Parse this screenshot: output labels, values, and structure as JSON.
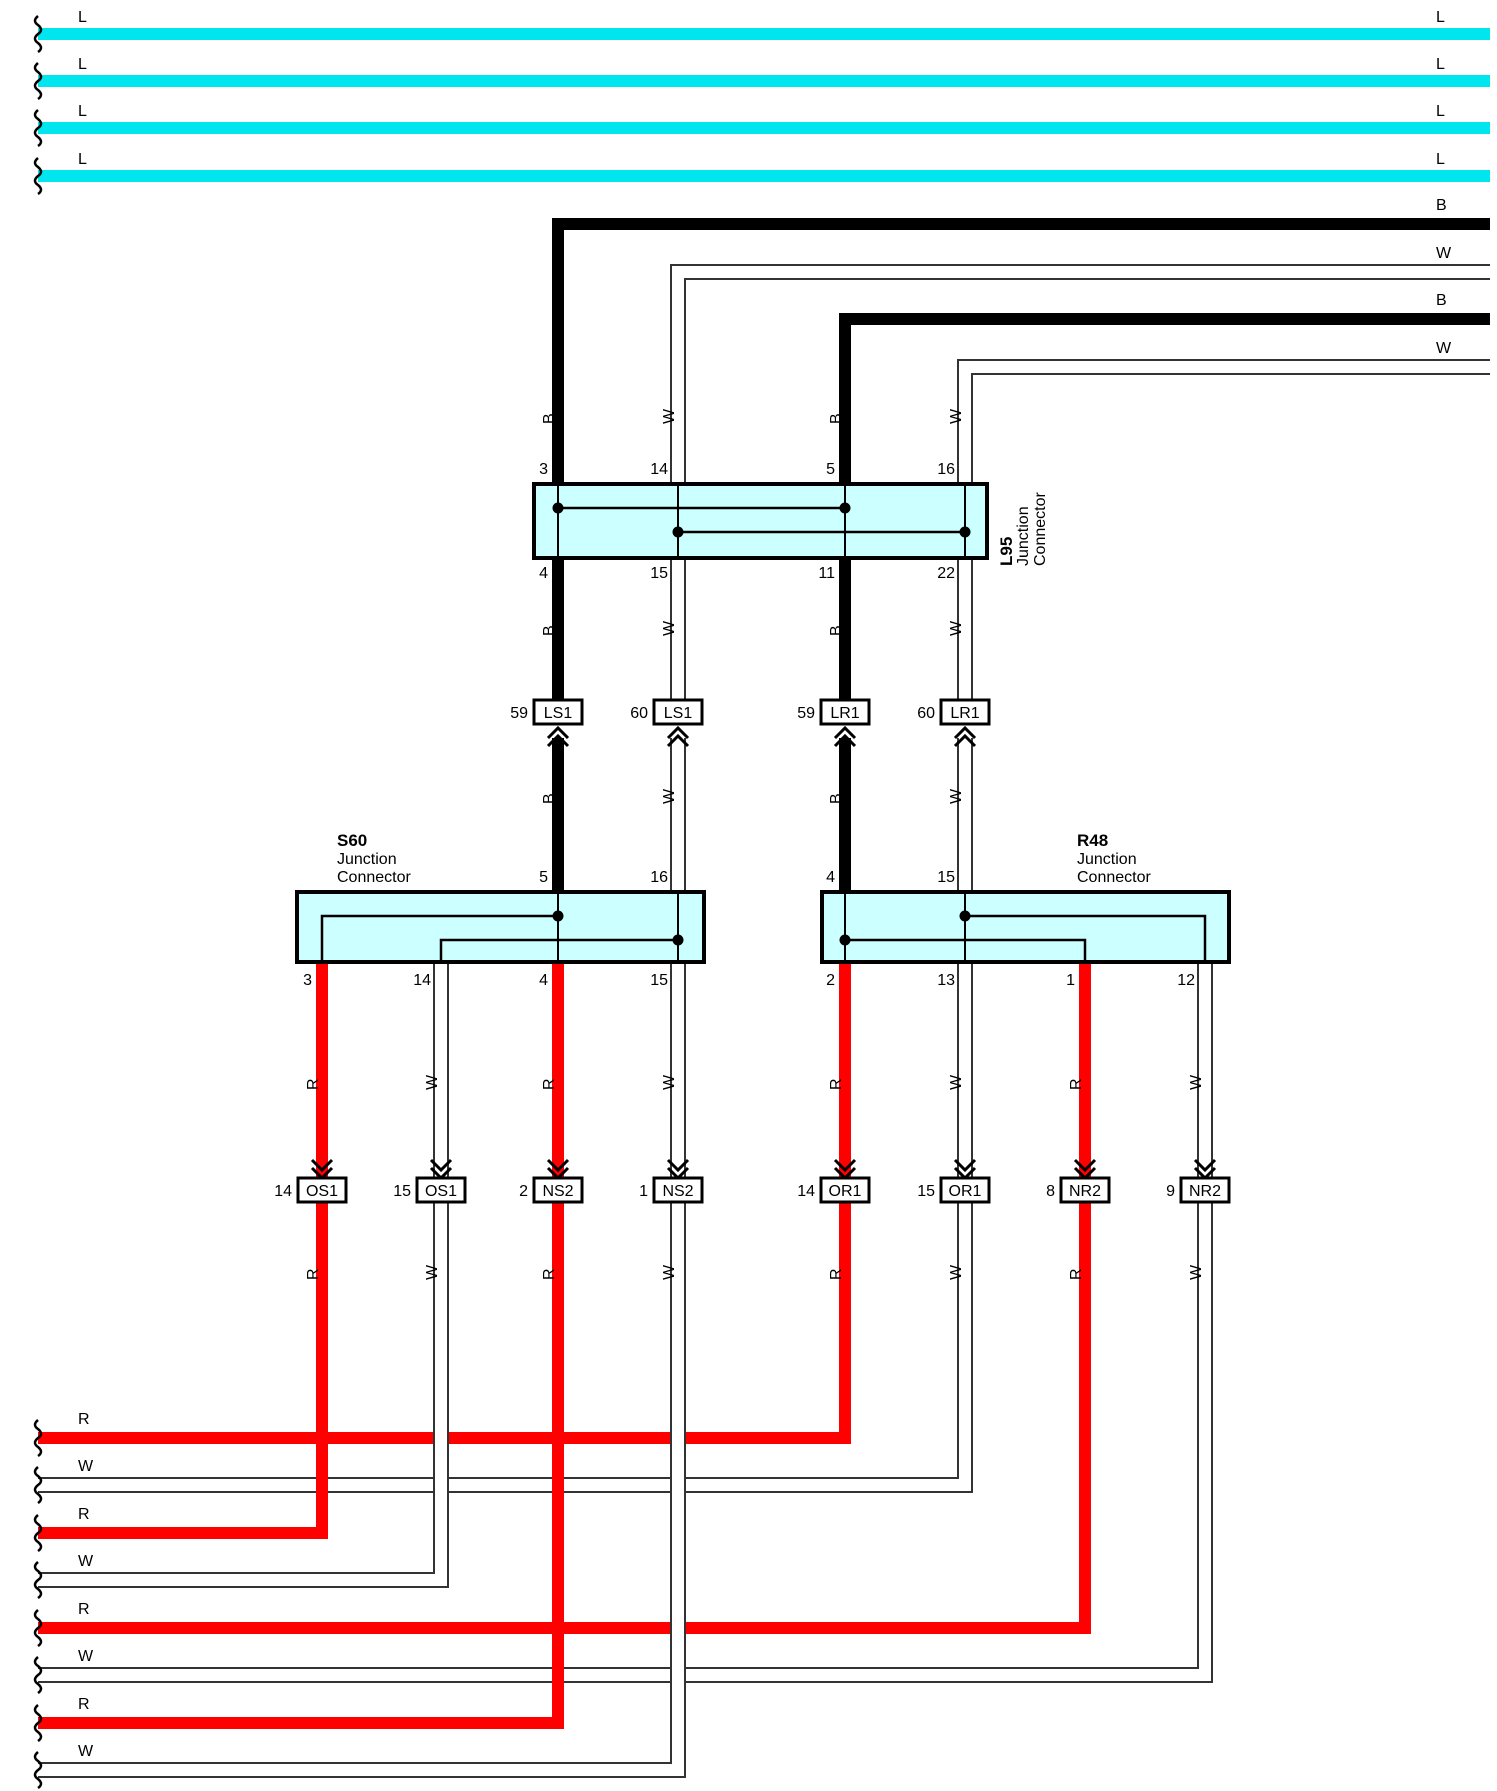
{
  "colors": {
    "L": "#00e5ee",
    "B": "#000000",
    "R": "#ff0000",
    "W_outline": "#333333",
    "W_fill": "#ffffff",
    "connector_fill": "#ccffff",
    "connector_line": "#000000"
  },
  "icons": {
    "wire_break": "wavy-break-icon",
    "plug": "double-chevron-plug-icon",
    "splice": "splice-dot-icon"
  },
  "top_wires": [
    {
      "code": "L",
      "left_label": "L",
      "right_label": "L"
    },
    {
      "code": "L",
      "left_label": "L",
      "right_label": "L"
    },
    {
      "code": "L",
      "left_label": "L",
      "right_label": "L"
    },
    {
      "code": "L",
      "left_label": "L",
      "right_label": "L"
    }
  ],
  "right_wires": [
    {
      "code": "B",
      "label": "B"
    },
    {
      "code": "W",
      "label": "W"
    },
    {
      "code": "B",
      "label": "B"
    },
    {
      "code": "W",
      "label": "W"
    }
  ],
  "l95": {
    "id": "L95",
    "name": "Junction Connector",
    "top_pins": [
      "3",
      "14",
      "5",
      "16"
    ],
    "bottom_pins": [
      "4",
      "15",
      "11",
      "22"
    ],
    "wire_labels": [
      "B",
      "W",
      "B",
      "W"
    ]
  },
  "inline_connectors": [
    {
      "pin": "59",
      "name": "LS1"
    },
    {
      "pin": "60",
      "name": "LS1"
    },
    {
      "pin": "59",
      "name": "LR1"
    },
    {
      "pin": "60",
      "name": "LR1"
    }
  ],
  "s60": {
    "id": "S60",
    "name_line1": "Junction",
    "name_line2": "Connector",
    "top_pins": [
      "5",
      "16"
    ],
    "bottom_pins": [
      "3",
      "14",
      "4",
      "15"
    ],
    "top_wire_labels": [
      "B",
      "W"
    ],
    "bottom_wire_labels": [
      "R",
      "W",
      "R",
      "W"
    ]
  },
  "r48": {
    "id": "R48",
    "name_line1": "Junction",
    "name_line2": "Connector",
    "top_pins": [
      "4",
      "15"
    ],
    "bottom_pins": [
      "2",
      "13",
      "1",
      "12"
    ],
    "top_wire_labels": [
      "B",
      "W"
    ],
    "bottom_wire_labels": [
      "R",
      "W",
      "R",
      "W"
    ]
  },
  "bottom_connectors": [
    {
      "pin": "14",
      "name": "OS1",
      "code": "R"
    },
    {
      "pin": "15",
      "name": "OS1",
      "code": "W"
    },
    {
      "pin": "2",
      "name": "NS2",
      "code": "R"
    },
    {
      "pin": "1",
      "name": "NS2",
      "code": "W"
    },
    {
      "pin": "14",
      "name": "OR1",
      "code": "R"
    },
    {
      "pin": "15",
      "name": "OR1",
      "code": "W"
    },
    {
      "pin": "8",
      "name": "NR2",
      "code": "R"
    },
    {
      "pin": "9",
      "name": "NR2",
      "code": "W"
    }
  ],
  "left_wires": [
    {
      "code": "R",
      "label": "R"
    },
    {
      "code": "W",
      "label": "W"
    },
    {
      "code": "R",
      "label": "R"
    },
    {
      "code": "W",
      "label": "W"
    },
    {
      "code": "R",
      "label": "R"
    },
    {
      "code": "W",
      "label": "W"
    },
    {
      "code": "R",
      "label": "R"
    },
    {
      "code": "W",
      "label": "W"
    }
  ]
}
